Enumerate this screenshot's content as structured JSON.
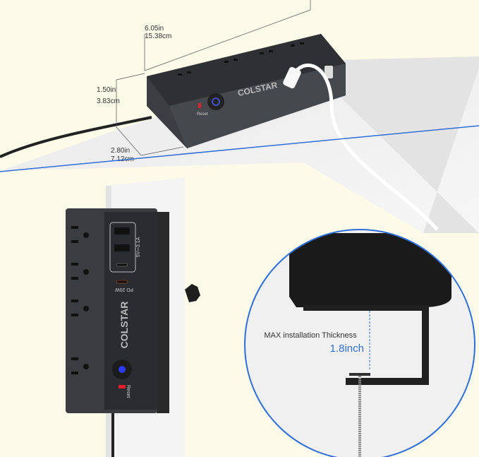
{
  "dimensions": {
    "length_in": "6.05in",
    "length_cm": "15.38cm",
    "height_in": "1.50in",
    "height_cm": "3.83cm",
    "depth_in": "2.80in",
    "depth_cm": "7.12cm"
  },
  "product": {
    "brand": "COLSTAR",
    "reset_label": "Reset",
    "usb_rating": "5V⎓3.1A",
    "pd_rating": "PD 20W"
  },
  "detail": {
    "caption": "MAX installation Thickness",
    "value": "1.8inch"
  },
  "colors": {
    "background": "#fcfae8",
    "accent_blue": "#2f6fd8",
    "device": "#3b3d40",
    "reset_red": "#e0202a"
  }
}
